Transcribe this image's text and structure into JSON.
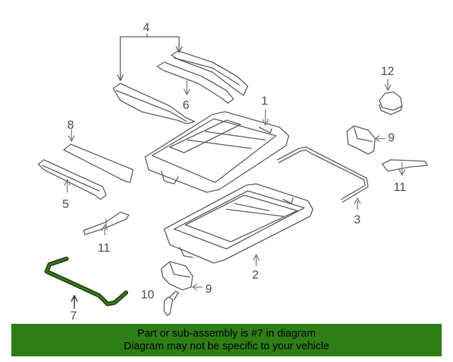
{
  "callouts": {
    "c1": "1",
    "c2": "2",
    "c3": "3",
    "c4": "4",
    "c5": "5",
    "c6": "6",
    "c7": "7",
    "c8": "8",
    "c9a": "9",
    "c9b": "9",
    "c10": "10",
    "c11a": "11",
    "c11b": "11",
    "c12": "12"
  },
  "highlight_color": "#2e7d15",
  "banner": {
    "line1": "Part or sub-assembly is #7 in diagram",
    "line2": "Diagram may not be specific to your vehicle"
  }
}
